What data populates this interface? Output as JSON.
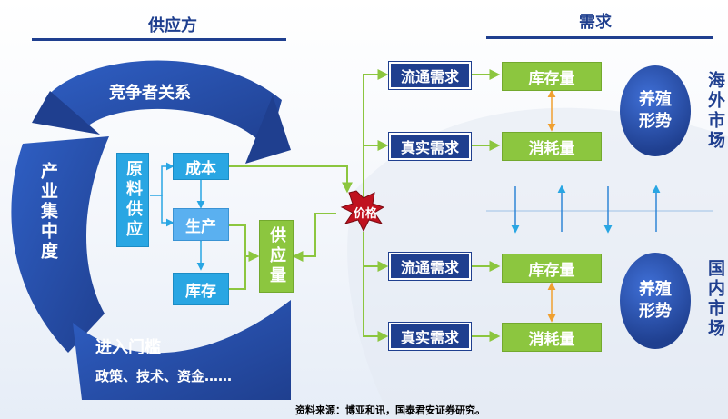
{
  "header": {
    "supply_title": "供应方",
    "demand_title": "需求"
  },
  "supply": {
    "competition": "竞争者关系",
    "concentration": "产业集中度",
    "entry_barrier": "进入门槛",
    "entry_detail": "政策、技术、资金……",
    "raw_material": "原料供应",
    "cost": "成本",
    "production": "生产",
    "inventory": "库存",
    "supply_volume": "供应量"
  },
  "price": "价格",
  "demand": {
    "overseas": {
      "market_label": "海外市场",
      "circulation_demand": "流通需求",
      "real_demand": "真实需求",
      "stock": "库存量",
      "consumption": "消耗量",
      "breeding": "养殖形势"
    },
    "domestic": {
      "market_label": "国内市场",
      "circulation_demand": "流通需求",
      "real_demand": "真实需求",
      "stock": "库存量",
      "consumption": "消耗量",
      "breeding": "养殖形势"
    }
  },
  "source_note": "资料来源：博亚和讯，国泰君安证券研究。",
  "colors": {
    "navy": "#1f3f8f",
    "green": "#8cc63f",
    "blue": "#29a6e3",
    "price_star": "#c0121f",
    "arrow_orange": "#f0a030"
  }
}
